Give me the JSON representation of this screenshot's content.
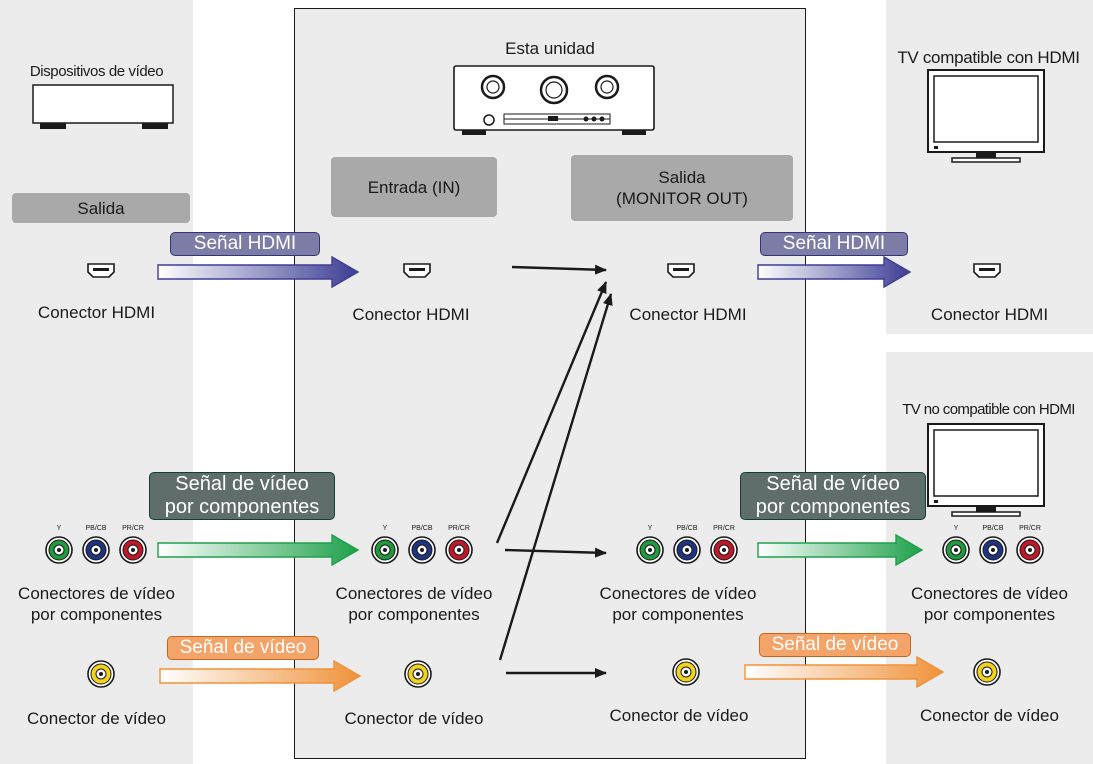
{
  "source": {
    "device_label": "Dispositivos de vídeo",
    "output_box": "Salida",
    "hdmi_connector": "Conector HDMI",
    "component_connectors": [
      "Conectores de vídeo",
      "por componentes"
    ],
    "video_connector": "Conector de vídeo"
  },
  "unit": {
    "title": "Esta unidad",
    "input_box": "Entrada (IN)",
    "output_box": [
      "Salida",
      "(MONITOR OUT)"
    ],
    "in_hdmi_connector": "Conector HDMI",
    "in_component_connectors": [
      "Conectores de vídeo",
      "por componentes"
    ],
    "in_video_connector": "Conector de vídeo",
    "out_hdmi_connector": "Conector HDMI",
    "out_component_connectors": [
      "Conectores de vídeo",
      "por componentes"
    ],
    "out_video_connector": "Conector de vídeo"
  },
  "tv_hdmi": {
    "title": "TV compatible con HDMI",
    "hdmi_connector": "Conector HDMI"
  },
  "tv_non_hdmi": {
    "title": "TV no compatible con HDMI",
    "component_connectors": [
      "Conectores de vídeo",
      "por componentes"
    ],
    "video_connector": "Conector de vídeo"
  },
  "signals": {
    "hdmi": "Señal HDMI",
    "component": [
      "Señal de vídeo",
      "por componentes"
    ],
    "video": "Señal de vídeo"
  },
  "component_jack_labels": [
    "Y",
    "PB/CB",
    "PR/CR"
  ],
  "colors": {
    "hdmi_arrow": "#3d3d95",
    "component_arrow": "#1ea14a",
    "video_arrow": "#f0923a",
    "jack_green": "#1f9a3c",
    "jack_blue": "#1f3480",
    "jack_red": "#c0182a",
    "jack_yellow": "#f2d21b"
  }
}
